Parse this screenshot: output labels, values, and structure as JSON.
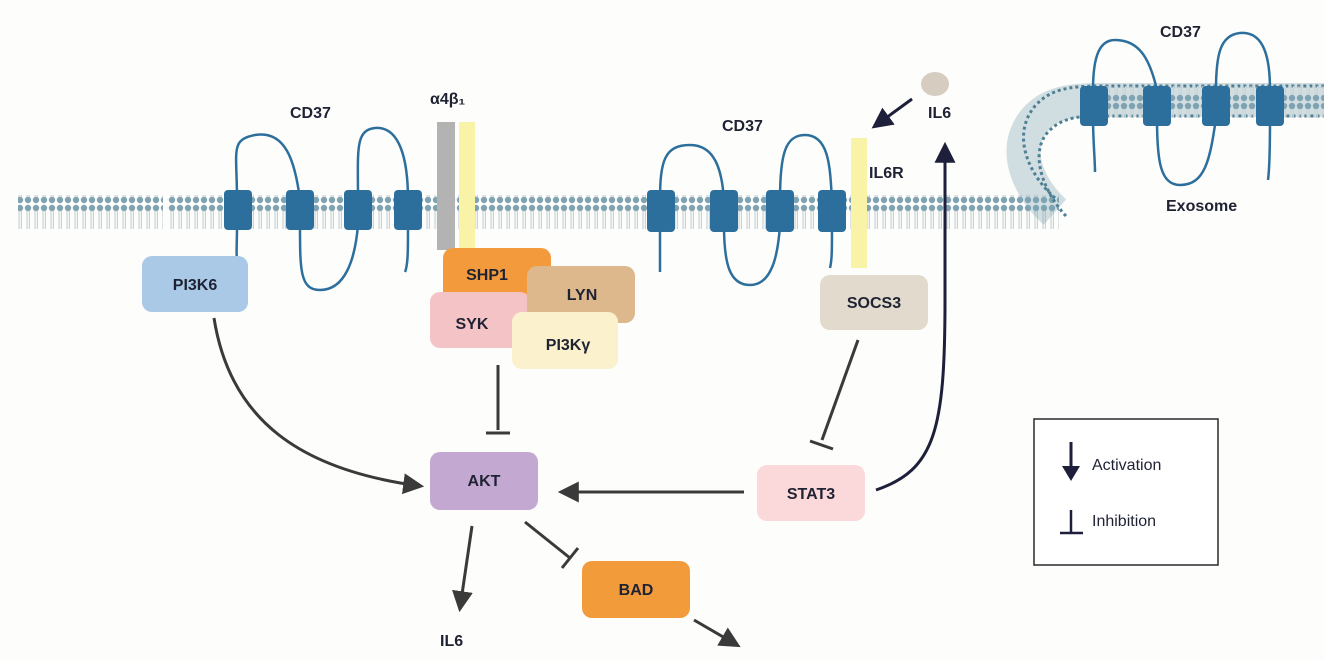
{
  "membrane_labels": {
    "cd37_left": "CD37",
    "integrin": "α4β₁",
    "cd37_mid": "CD37",
    "il6r": "IL6R",
    "cd37_exo": "CD37",
    "exosome": "Exosome"
  },
  "ligand": "IL6",
  "nodes": {
    "pi3k6": "PI3K6",
    "shp1": "SHP1",
    "lyn": "LYN",
    "syk": "SYK",
    "pi3ky": "PI3Kγ",
    "socs3": "SOCS3",
    "akt": "AKT",
    "stat3": "STAT3",
    "bad": "BAD",
    "il6_out": "IL6"
  },
  "legend": {
    "activation": "Activation",
    "inhibition": "Inhibition"
  },
  "colors": {
    "membrane": "#4e7f94",
    "membrane_head": "#7fa3b3",
    "protein": "#2d6f9c",
    "pi3k6": "#a9c9e6",
    "shp1": "#f39b3c",
    "lyn": "#ddb88c",
    "syk": "#f4c3c6",
    "pi3ky": "#fbf1cc",
    "socs3": "#e2dbcd",
    "akt": "#c3a8d2",
    "stat3": "#fbd9da",
    "bad": "#f29b3b",
    "arrow": "#3a3a3a",
    "arrow_dark": "#1e1f3a"
  }
}
